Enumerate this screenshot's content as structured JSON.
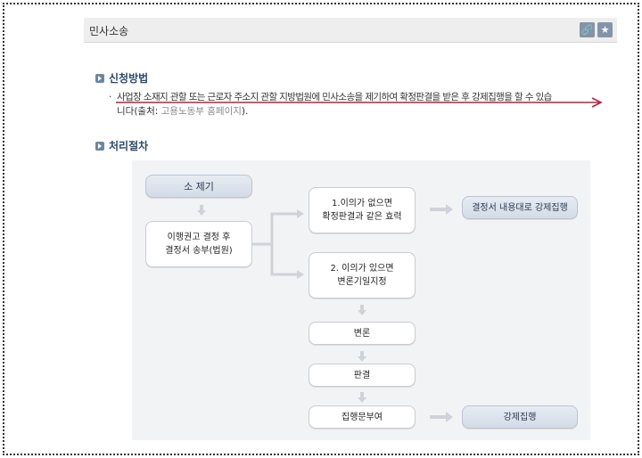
{
  "title_bar": {
    "title": "민사소송",
    "link_icon": "link-icon",
    "star_icon": "star-icon"
  },
  "sections": {
    "apply": {
      "heading": "신청방법",
      "bullet": "·",
      "line1": "사업장 소재지 관할 또는 근로자 주소지 관할 지방법원에 민사소송을 제기하여 확정판결을 받은 후 강제집행을 할 수 있습",
      "line2_prefix": "니다(출처: ",
      "line2_source": "고용노동부 홈페이지",
      "line2_suffix": ")."
    },
    "process": {
      "heading": "처리절차"
    }
  },
  "flow": {
    "start": "소 제기",
    "send": [
      "이행권고 결정 후",
      "결정서 송부(법원)"
    ],
    "no_objection": [
      "1.이의가 없으면",
      "확정판결과 같은 효력"
    ],
    "enforce_by_decision": "결정서 내용대로 강제집행",
    "objection": [
      "2. 이의가 있으면",
      "변론기일지정"
    ],
    "argument": "변론",
    "judgment": "판결",
    "writ": "집행문부여",
    "enforcement": "강제집행"
  },
  "colors": {
    "accent": "#2e4a6e",
    "annotation_line": "#b7243a",
    "flow_background": "#f2f3f5",
    "arrow": "#cfd3d9"
  }
}
